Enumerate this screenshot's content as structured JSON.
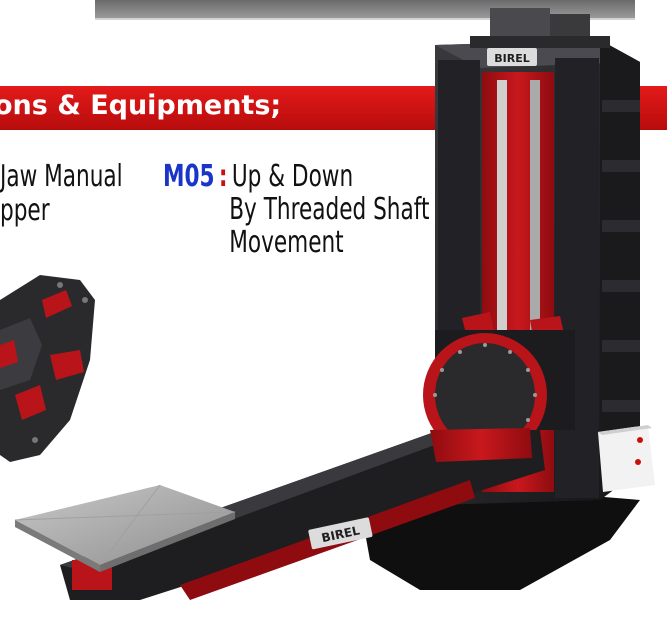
{
  "colors": {
    "banner": "#cc1010",
    "accent_code": "#1b35c9",
    "accent_colon": "#c81010",
    "machine_red": "#b8141a",
    "machine_black": "#1e1e20"
  },
  "banner": {
    "title": "ons & Equipments;"
  },
  "options": [
    {
      "line1": "Jaw Manual",
      "line2": "pper"
    },
    {
      "code": "M05",
      "separator": ":",
      "line1": "Up & Down",
      "line2": "By Threaded Shaft",
      "line3": "Movement"
    }
  ],
  "brand": {
    "logo_top": "BIREL",
    "logo_arm": "BIREL"
  }
}
